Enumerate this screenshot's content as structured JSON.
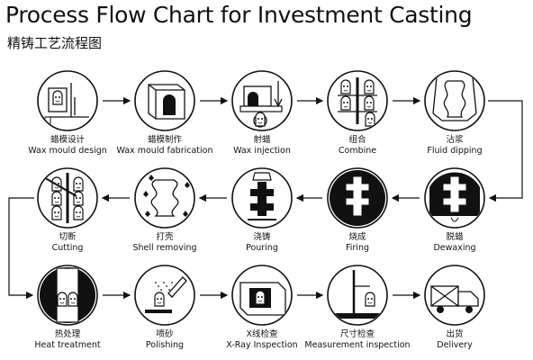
{
  "title": "Process Flow Chart for Investment Casting",
  "subtitle": "精铸工艺流程图",
  "colors": {
    "ink": "#111111",
    "paper": "#ffffff",
    "fill": "#111111"
  },
  "steps": [
    {
      "zh": "蜡模设计",
      "en": "Wax mould design",
      "icon": "wax-design-icon"
    },
    {
      "zh": "蜡模制作",
      "en": "Wax mould fabrication",
      "icon": "wax-fabrication-icon"
    },
    {
      "zh": "射蜡",
      "en": "Wax injection",
      "icon": "wax-injection-icon"
    },
    {
      "zh": "组合",
      "en": "Combine",
      "icon": "combine-icon"
    },
    {
      "zh": "沾浆",
      "en": "Fluid dipping",
      "icon": "fluid-dipping-icon"
    },
    {
      "zh": "脱蜡",
      "en": "Dewaxing",
      "icon": "dewaxing-icon"
    },
    {
      "zh": "烧成",
      "en": "Firing",
      "icon": "firing-icon"
    },
    {
      "zh": "浇铸",
      "en": "Pouring",
      "icon": "pouring-icon"
    },
    {
      "zh": "打壳",
      "en": "Shell removing",
      "icon": "shell-removing-icon"
    },
    {
      "zh": "切断",
      "en": "Cutting",
      "icon": "cutting-icon"
    },
    {
      "zh": "热处理",
      "en": "Heat treatment",
      "icon": "heat-treatment-icon"
    },
    {
      "zh": "喷砂",
      "en": "Polishing",
      "icon": "polishing-icon"
    },
    {
      "zh": "X线检查",
      "en": "X-Ray Inspection",
      "icon": "xray-icon"
    },
    {
      "zh": "尺寸检查",
      "en": "Measurement inspection",
      "icon": "measurement-icon"
    },
    {
      "zh": "出货",
      "en": "Delivery",
      "icon": "delivery-icon"
    }
  ]
}
